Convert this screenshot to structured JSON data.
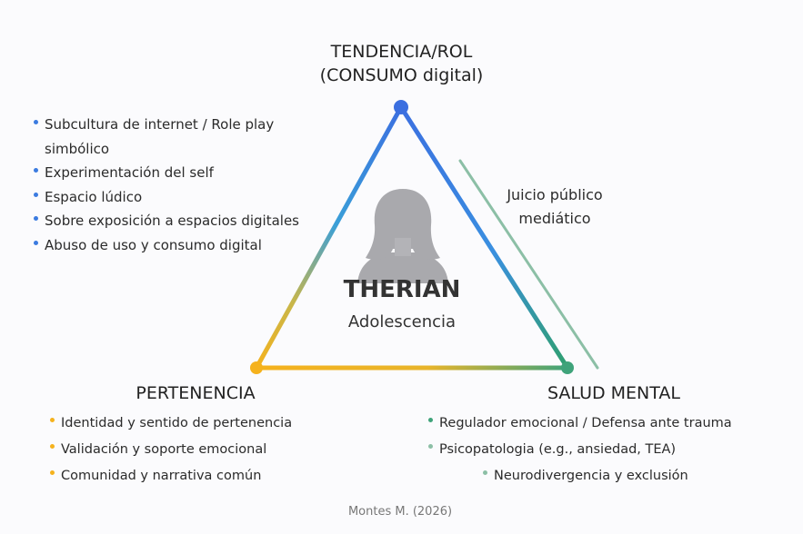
{
  "top_vertex": {
    "line1": "TENDENCIA/ROL",
    "line2": "(CONSUMO digital)",
    "items": [
      "Subcultura de internet / Role play simbólico",
      "Experimentación del self",
      "Espacio lúdico",
      "Sobre exposición a espacios digitales",
      "Abuso de uso y consumo digital"
    ]
  },
  "side_label": {
    "line1": "Juicio público",
    "line2": "mediático"
  },
  "center": {
    "title": "THERIAN",
    "subtitle": "Adolescencia"
  },
  "left_vertex": {
    "title": "PERTENENCIA",
    "items": [
      "Identidad y sentido de pertenencia",
      "Validación y soporte emocional",
      "Comunidad y narrativa común"
    ]
  },
  "right_vertex": {
    "title": "SALUD MENTAL",
    "items": [
      "Regulador emocional / Defensa ante trauma",
      "Psicopatologia (e.g., ansiedad, TEA)",
      "Neurodivergencia y exclusión"
    ]
  },
  "credit": "Montes M. (2026)",
  "colors": {
    "blue": "#3b7be0",
    "yellow": "#f5b21d",
    "green": "#3fa37a"
  }
}
